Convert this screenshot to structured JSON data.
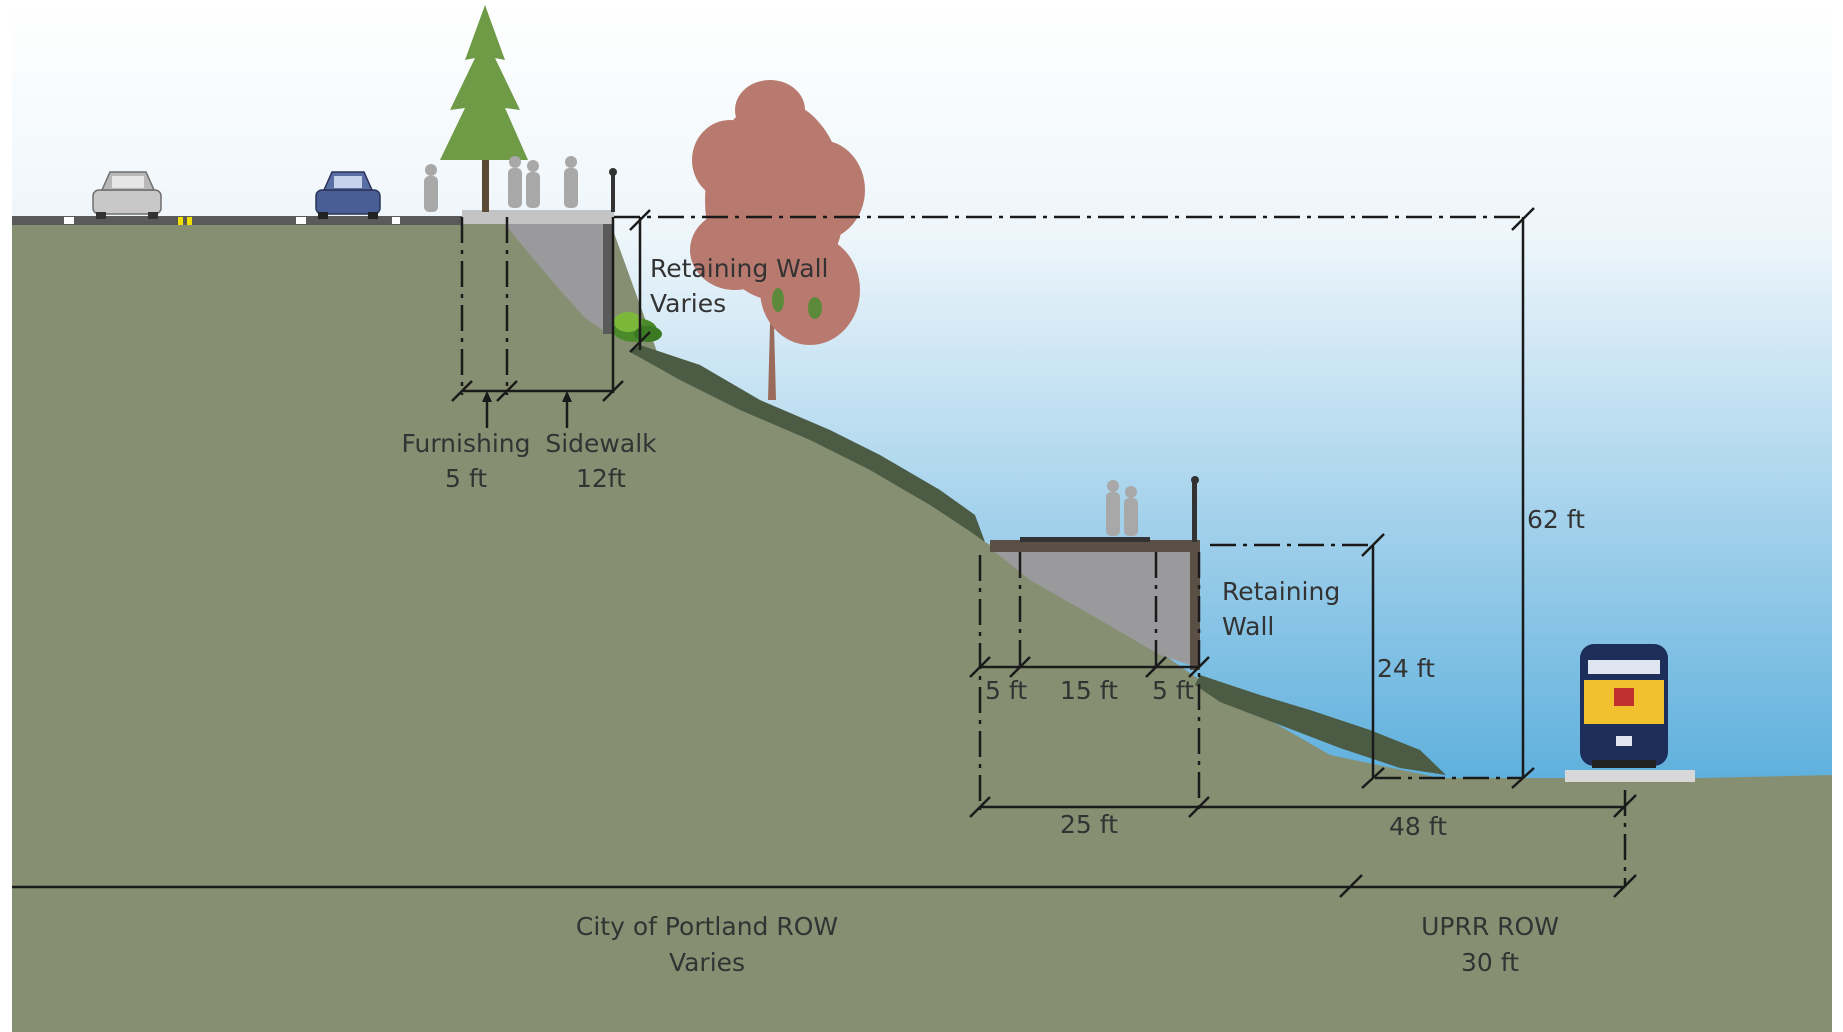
{
  "colors": {
    "sky_top": "#ffffff",
    "sky_bottom": "#5fb0dd",
    "ground": "#878f73",
    "embankment_shadow": "#4c5c44",
    "retaining_wall": "#9a9a9c",
    "sidewalk": "#c4c4c4",
    "dimension_line": "#1a1a1a",
    "label_text": "#333333",
    "evergreen_tree": "#6f9a46",
    "deciduous_tree": "#b87a6e",
    "locomotive_body": "#1e2e5a",
    "locomotive_stripe": "#f2c12e"
  },
  "icons": {
    "car_1": "car-icon",
    "car_2": "car-icon",
    "evergreen_tree": "evergreen-tree-icon",
    "deciduous_tree": "deciduous-tree-icon",
    "pedestrians": "pedestrian-icon",
    "locomotive": "locomotive-icon",
    "shrub": "shrub-icon",
    "light_pole": "light-pole-icon"
  },
  "labels": {
    "retaining_wall_upper_1": "Retaining Wall",
    "retaining_wall_upper_2": "Varies",
    "furnishing_1": "Furnishing",
    "furnishing_2": "5 ft",
    "sidewalk_1": "Sidewalk",
    "sidewalk_2": "12ft",
    "height_62": "62 ft",
    "retaining_wall_lower_1": "Retaining",
    "retaining_wall_lower_2": "Wall",
    "height_24": "24 ft",
    "lower_5ft_left": "5 ft",
    "lower_15ft": "15 ft",
    "lower_5ft_right": "5 ft",
    "width_25": "25 ft",
    "width_48": "48 ft",
    "city_row_1": "City of Portland ROW",
    "city_row_2": "Varies",
    "uprr_row_1": "UPRR ROW",
    "uprr_row_2": "30 ft"
  }
}
